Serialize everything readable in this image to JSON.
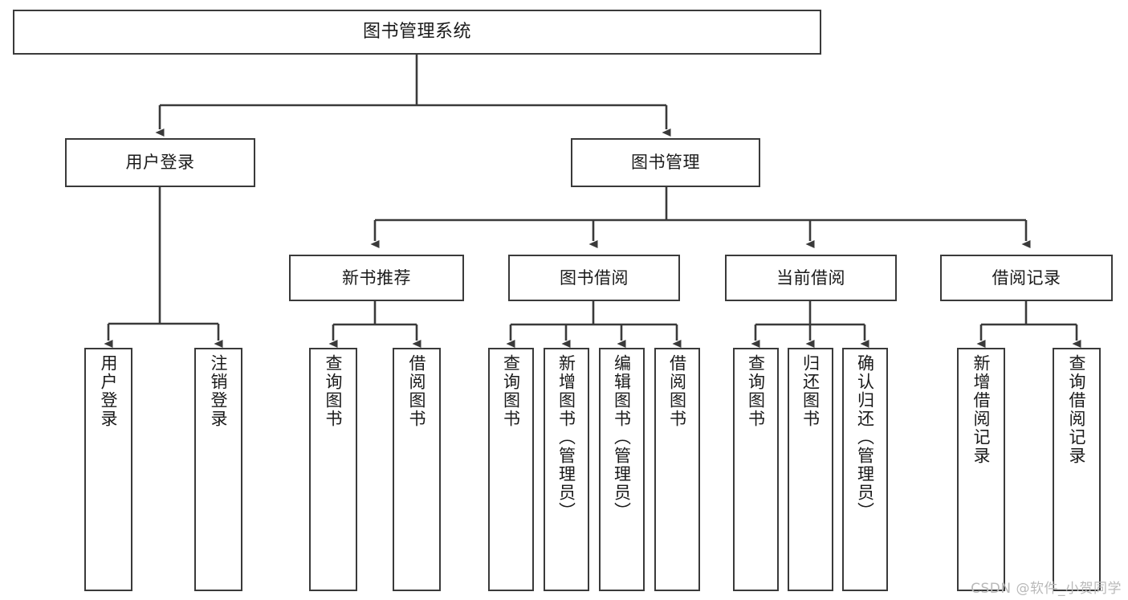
{
  "diagram": {
    "title": "图书管理系统",
    "watermark": "CSDN @软件_小贺同学",
    "line_color": "#3a3a3a",
    "box_fill": "#ffffff",
    "background": "#ffffff",
    "watermark_color": "#b9b9b9"
  },
  "nodes": {
    "root": {
      "label": "图书管理系统"
    },
    "level2": [
      {
        "label": "用户登录"
      },
      {
        "label": "图书管理"
      }
    ],
    "level3": [
      {
        "label": "新书推荐"
      },
      {
        "label": "图书借阅"
      },
      {
        "label": "当前借阅"
      },
      {
        "label": "借阅记录"
      }
    ],
    "leaves": {
      "user_login": [
        {
          "label": "用户登录"
        },
        {
          "label": "注销登录"
        }
      ],
      "new_book_recommend": [
        {
          "label": "查询图书"
        },
        {
          "label": "借阅图书"
        }
      ],
      "book_borrow": [
        {
          "label": "查询图书"
        },
        {
          "label": "新增图书（管理员）"
        },
        {
          "label": "编辑图书（管理员）"
        },
        {
          "label": "借阅图书"
        }
      ],
      "current_borrow": [
        {
          "label": "查询图书"
        },
        {
          "label": "归还图书"
        },
        {
          "label": "确认归还（管理员）"
        }
      ],
      "borrow_record": [
        {
          "label": "新增借阅记录"
        },
        {
          "label": "查询借阅记录"
        }
      ]
    }
  }
}
